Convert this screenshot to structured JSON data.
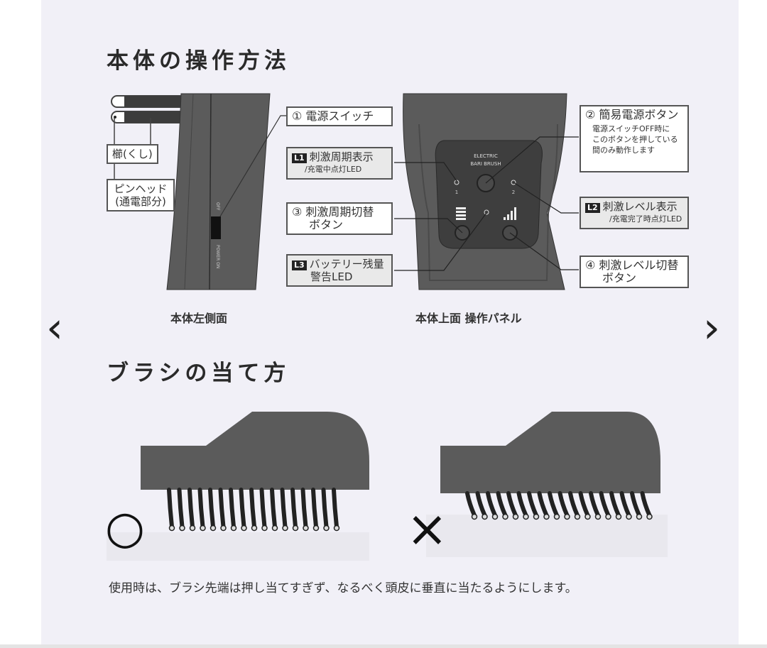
{
  "section1": {
    "title": "本体の操作方法",
    "labels": {
      "comb": "櫛(くし)",
      "pin_head_1": "ピンヘッド",
      "pin_head_2": "(通電部分)",
      "power_switch": "① 電源スイッチ",
      "l1_tag": "L1",
      "l1_1": "刺激周期表示",
      "l1_2": "/充電中点灯LED",
      "btn3_1": "③ 刺激周期切替",
      "btn3_2": "ボタン",
      "l3_tag": "L3",
      "l3_1": "バッテリー残量",
      "l3_2": "警告LED",
      "btn2": "② 簡易電源ボタン",
      "btn2_note_1": "電源スイッチOFF時に",
      "btn2_note_2": "このボタンを押している",
      "btn2_note_3": "間のみ動作します",
      "l2_tag": "L2",
      "l2_1": "刺激レベル表示",
      "l2_2": "/充電完了時点灯LED",
      "btn4_1": "④ 刺激レベル切替",
      "btn4_2": "ボタン"
    },
    "device": {
      "switch_off": "OFF",
      "switch_on": "POWER ON",
      "brand_1": "ELECTRIC",
      "brand_2": "BARI BRUSH",
      "led1": "1",
      "led2": "2"
    },
    "captions": {
      "left": "本体左側面",
      "right": "本体上面 操作パネル"
    }
  },
  "section2": {
    "title": "ブラシの当て方",
    "good_mark": "○",
    "bad_mark": "×",
    "caption": "使用時は、ブラシ先端は押し当てすぎず、なるべく頭皮に垂直に当たるようにします。"
  },
  "nav": {
    "prev": "‹",
    "next": "›"
  },
  "colors": {
    "device": "#5b5b5b",
    "panel": "#3e3e3e",
    "background": "#f1f0f7"
  }
}
